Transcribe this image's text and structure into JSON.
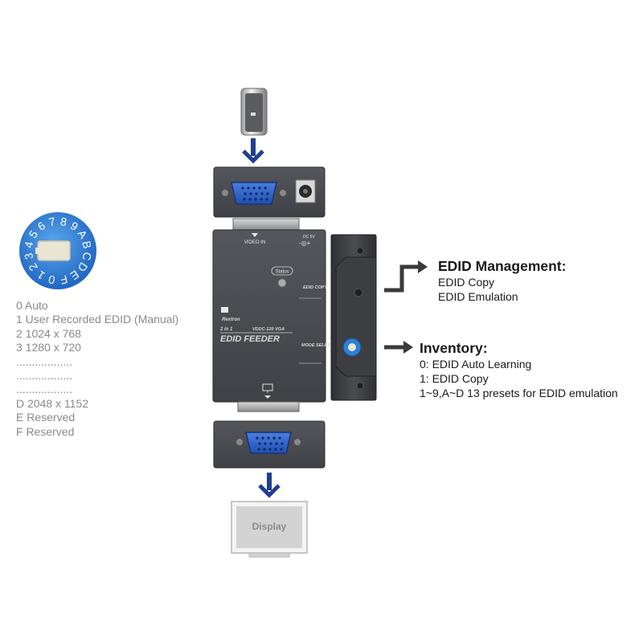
{
  "rotary_switch": {
    "digits": [
      "0",
      "1",
      "2",
      "3",
      "4",
      "5",
      "6",
      "7",
      "8",
      "9",
      "A",
      "B",
      "C",
      "D",
      "E",
      "F"
    ]
  },
  "mode_list": [
    "0 Auto",
    "1 User Recorded EDID (Manual)",
    "2 1024 x 768",
    "3 1280 x 720",
    "..................",
    "..................",
    "..................",
    "D 2048 x 1152",
    "E Reserved",
    "F Reserved"
  ],
  "device_front": {
    "video_in_label": "VIDEO IN",
    "dc_label": "DC 5V",
    "status_label": "Status",
    "edid_copy_label": "EDID COPY",
    "brand": "Rextron",
    "series": "2 in 1",
    "model": "VDDC-120 VGA",
    "product_name": "EDID FEEDER",
    "mode_select_label": "MODE SELECT"
  },
  "display_label": "Display",
  "edid_management": {
    "title": "EDID Management:",
    "items": [
      "EDID Copy",
      "EDID Emulation"
    ]
  },
  "inventory": {
    "title": "Inventory:",
    "items": [
      "0: EDID Auto Learning",
      "1: EDID Copy",
      "1~9,A~D 13 presets for EDID emulation"
    ]
  },
  "colors": {
    "device_body": "#4a4c52",
    "device_dark": "#3b3d42",
    "vga_blue": "#2d5fc4",
    "arrow_blue": "#1f3f8f",
    "arrow_dark": "#3a3a3a",
    "switch_blue": "#2e7fd6",
    "mode_text": "#8a8a8a"
  }
}
